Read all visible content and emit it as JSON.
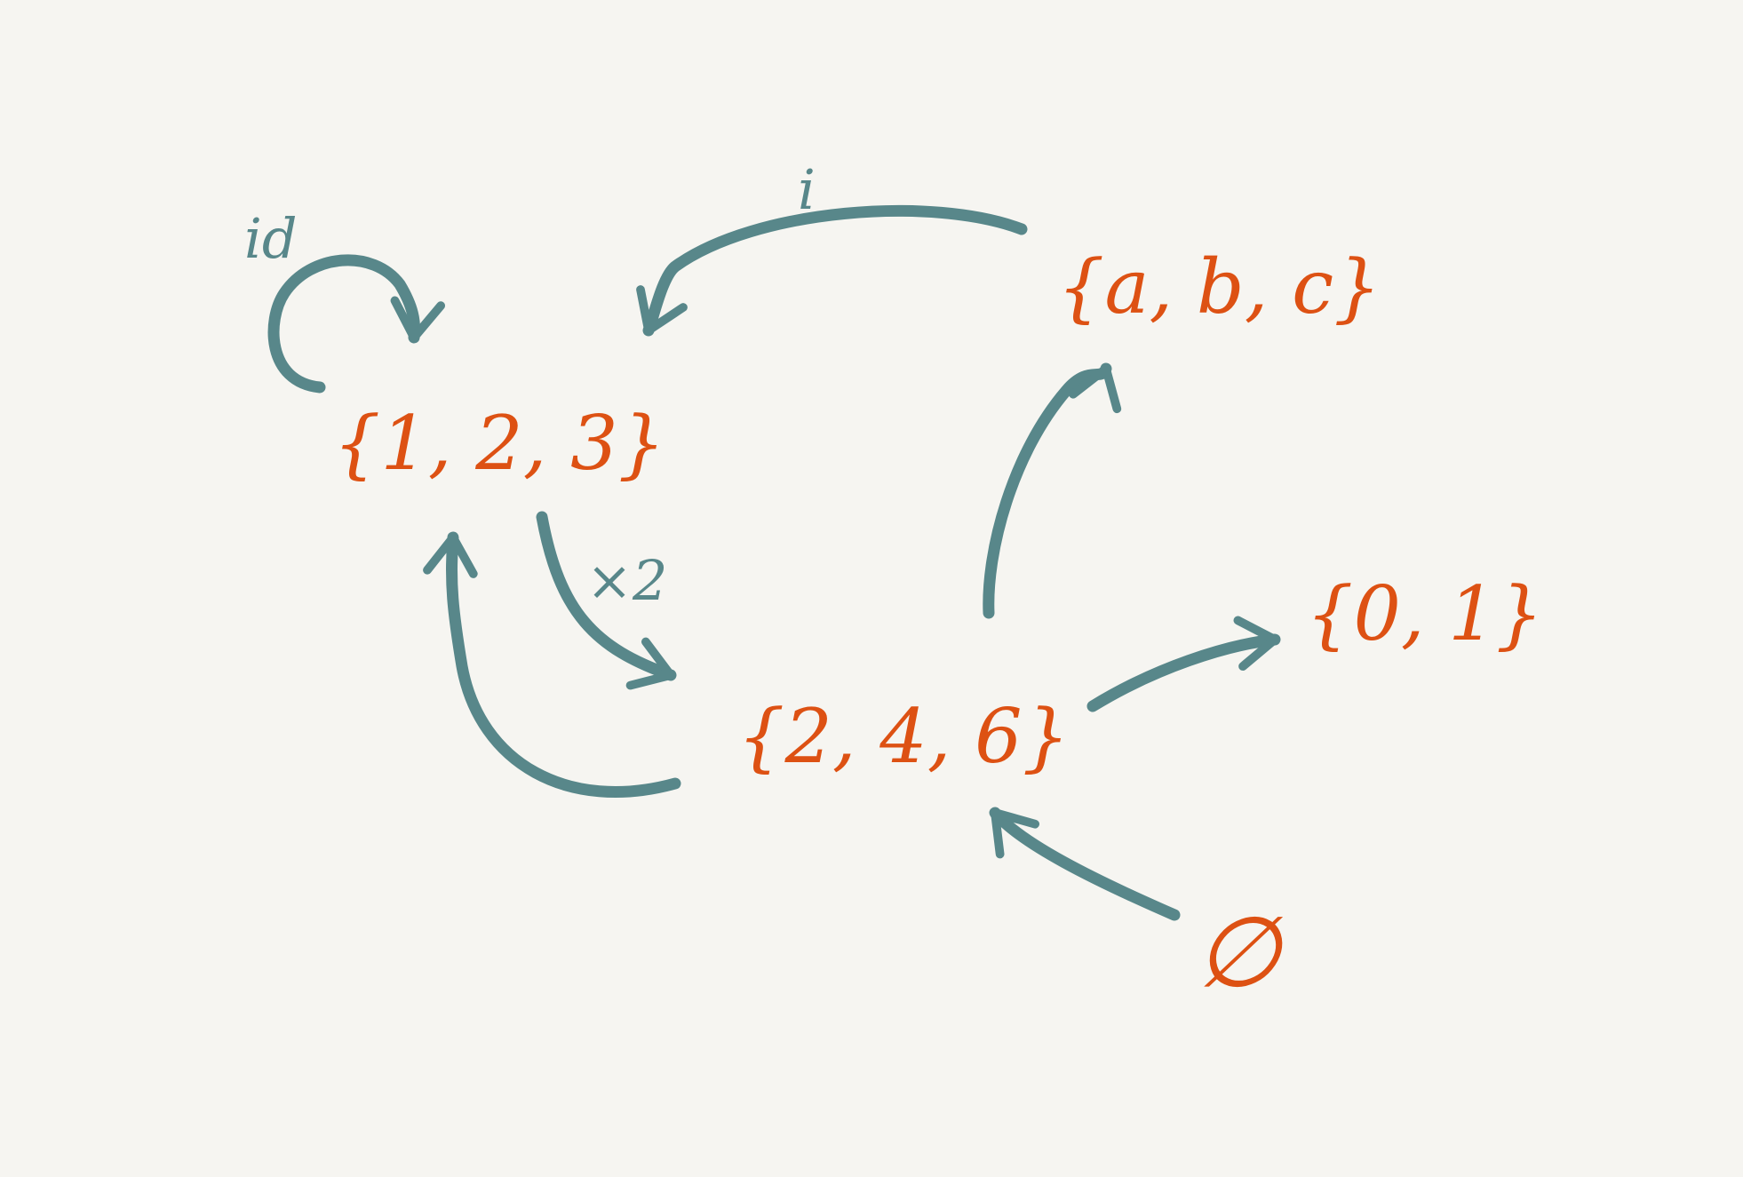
{
  "colors": {
    "background": "#f6f5f1",
    "sets": "#dd5113",
    "maps": "#58878a"
  },
  "sets": {
    "s123": "{1, 2, 3}",
    "sabc": "{a, b, c}",
    "s246": "{2, 4, 6}",
    "s01": "{0, 1}",
    "empty": "∅"
  },
  "maps": {
    "id": "id",
    "i": "i",
    "times2": "×2"
  }
}
